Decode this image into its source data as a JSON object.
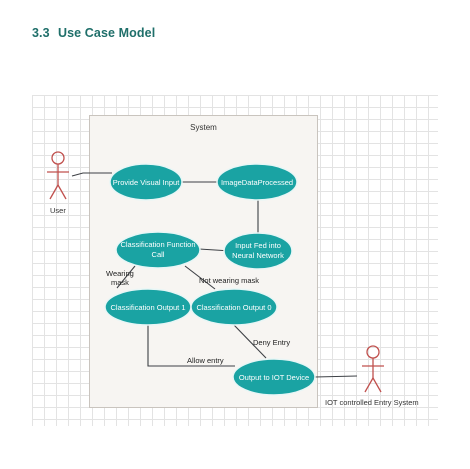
{
  "section": {
    "number": "3.3",
    "title": "Use Case Model"
  },
  "system": {
    "title": "System"
  },
  "actors": {
    "user": "User",
    "iot": "IOT controlled Entry System"
  },
  "usecases": {
    "provide_visual_input": [
      "Provide Visual Input"
    ],
    "image_data_processed": [
      "ImageDataProcessed"
    ],
    "classification_function_call": [
      "Classification Function",
      "Call"
    ],
    "input_fed_neural_network": [
      "Input Fed into",
      "Neural Network"
    ],
    "classification_output_1": [
      "Classification Output 1"
    ],
    "classification_output_0": [
      "Classification Output 0"
    ],
    "output_to_iot_device": [
      "Output to IOT Device"
    ]
  },
  "edge_labels": {
    "wearing_mask": [
      "Wearing",
      "mask"
    ],
    "not_wearing_mask": "Not wearing mask",
    "deny_entry": "Deny Entry",
    "allow_entry": "Allow entry"
  },
  "colors": {
    "usecase_fill": "#1aa3a3",
    "usecase_stroke": "#e8f6f6",
    "actor_stroke": "#c0504d",
    "line": "#3d4045",
    "heading": "#1f6f6a"
  }
}
